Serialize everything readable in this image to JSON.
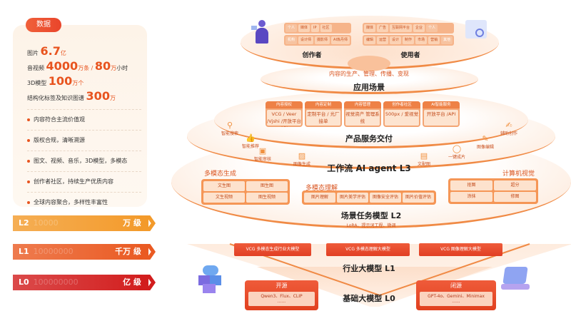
{
  "data_panel": {
    "title": "数据",
    "stats": [
      {
        "label": "图片",
        "value": "6.7",
        "unit": "亿"
      },
      {
        "label": "音视频",
        "value": "4000",
        "unit": "万条 /",
        "value2": "80",
        "unit2": "万",
        "suffix": "小时"
      },
      {
        "label": "3D模型",
        "value": "100",
        "unit": "万个"
      },
      {
        "label": "结构化标签及知识图谱",
        "value": "300",
        "unit": "万"
      }
    ],
    "bullets": [
      "内容符合主流价值观",
      "版权合规，清晰溯源",
      "图文、视频、音乐，3D模型，多模态",
      "创作者社区，持续生产优质内容",
      "全球内容聚合，多样性丰富性"
    ]
  },
  "levels": [
    {
      "code": "L2",
      "num": "10000",
      "label": "万 级",
      "color": "#f39a2a"
    },
    {
      "code": "L1",
      "num": "10000000",
      "label": "千万 级",
      "color": "#ea5a22"
    },
    {
      "code": "L0",
      "num": "100000000",
      "label": "亿 级",
      "color": "#d21d1d"
    }
  ],
  "top": {
    "creators_label": "创作者",
    "users_label": "使用者",
    "creator_tags": [
      [
        "个人",
        "媒体",
        "IP",
        "社区"
      ],
      [
        "机构",
        "设计师",
        "摄影师",
        "AI炼丹师"
      ]
    ],
    "user_tags": [
      [
        "媒体",
        "广告",
        "互联网平台",
        "企业",
        "个人"
      ],
      [
        "编辑",
        "运营",
        "设计",
        "制作",
        "市场",
        "营销",
        "其他"
      ]
    ]
  },
  "app": {
    "subtitle": "内容的生产、管理、传播、变现",
    "label": "应用场景"
  },
  "product": {
    "label": "产品服务交付",
    "cards": [
      {
        "head": "内容授权",
        "body": "VCG / Veer /Vjshi /开放平台API"
      },
      {
        "head": "内容定制",
        "body": "定制平台 / 光厂接单"
      },
      {
        "head": "内容管理",
        "body": "视觉资产 管理系统"
      },
      {
        "head": "创作者社区",
        "body": "500px / 爱视觉"
      },
      {
        "head": "AI智能服务",
        "body": "开放平台 /API"
      }
    ]
  },
  "l3": {
    "label": "工作流 AI agent L3",
    "tools": [
      {
        "name": "智能搜索",
        "icon": "search-icon"
      },
      {
        "name": "智能推荐",
        "icon": "thumbs-up-icon"
      },
      {
        "name": "智能审核",
        "icon": "folder-check-icon"
      },
      {
        "name": "图像生成",
        "icon": "image-icon"
      },
      {
        "name": "文配图",
        "icon": "document-icon"
      },
      {
        "name": "一键成片",
        "icon": "mouse-icon"
      },
      {
        "name": "图像编辑",
        "icon": "pencil-icon"
      },
      {
        "name": "辅助创作",
        "icon": "edit-icon"
      }
    ]
  },
  "l2": {
    "label": "场景任务模型 L2",
    "sub": "LoRA、提示词工程、微调",
    "gen": {
      "title": "多模态生成",
      "items": [
        "文生图",
        "图生图",
        "文生视频",
        "图生视频"
      ]
    },
    "und": {
      "title": "多模态理解",
      "items": [
        "图片理解",
        "图片美学评估",
        "图像安全评估",
        "图片价值评估"
      ]
    },
    "cv": {
      "title": "计算机视觉",
      "items": [
        "抠图",
        "超分",
        "涂抹",
        "修图"
      ]
    }
  },
  "l1": {
    "label": "行业大模型 L1",
    "models": [
      "VCG 多模态生成行业大模型",
      "VCG 多模态理解大模型",
      "VCG 图像理解大模型"
    ]
  },
  "l0": {
    "label": "基础大模型 L0",
    "open": {
      "title": "开源",
      "models": "Qwen3、Flux、CLIP",
      "more": "......"
    },
    "closed": {
      "title": "闭源",
      "models": "GPT-4o、Gemini、Minimax",
      "more": "......"
    }
  }
}
